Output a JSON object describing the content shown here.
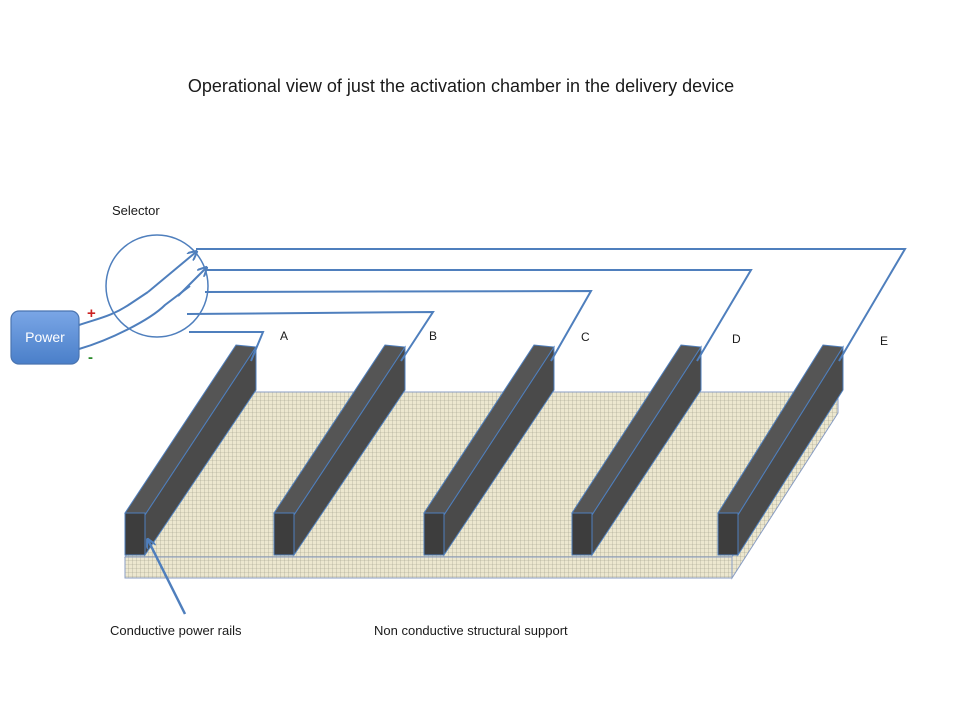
{
  "title": "Operational view of just the activation chamber in the delivery device",
  "selector_label": "Selector",
  "power": {
    "label": "Power",
    "plus": "+",
    "minus": "-"
  },
  "rails": [
    {
      "id": "A",
      "label": "A"
    },
    {
      "id": "B",
      "label": "B"
    },
    {
      "id": "C",
      "label": "C"
    },
    {
      "id": "D",
      "label": "D"
    },
    {
      "id": "E",
      "label": "E"
    }
  ],
  "callouts": {
    "conductive": "Conductive power rails",
    "support": "Non conductive structural support"
  },
  "colors": {
    "wire": "#4f7fbd",
    "rail_dark": "#555555",
    "rail_front": "#3d3d3d",
    "support_fill": "#ece7cf",
    "support_grid": "#9a9a88",
    "power_box": "#5b8fd6"
  }
}
